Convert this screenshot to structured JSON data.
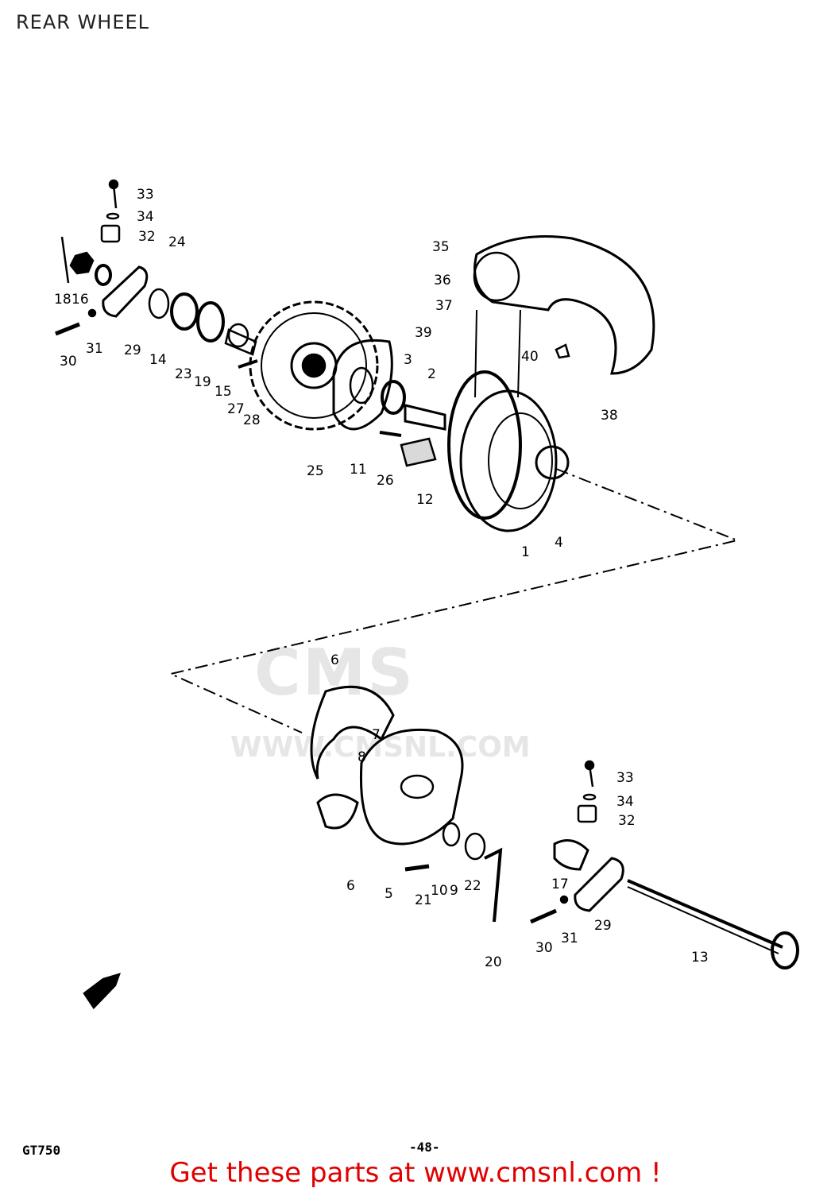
{
  "diagram": {
    "title": "REAR WHEEL",
    "model": "GT750",
    "page_number": "-48-",
    "watermark": {
      "brand": "CMS",
      "url": "WWW.CMSNL.COM"
    }
  },
  "callouts": [
    {
      "id": "c33a",
      "label": "33"
    },
    {
      "id": "c34a",
      "label": "34"
    },
    {
      "id": "c32a",
      "label": "32"
    },
    {
      "id": "c24",
      "label": "24"
    },
    {
      "id": "c18",
      "label": "18"
    },
    {
      "id": "c16",
      "label": "16"
    },
    {
      "id": "c30a",
      "label": "30"
    },
    {
      "id": "c31a",
      "label": "31"
    },
    {
      "id": "c29a",
      "label": "29"
    },
    {
      "id": "c14",
      "label": "14"
    },
    {
      "id": "c23",
      "label": "23"
    },
    {
      "id": "c19",
      "label": "19"
    },
    {
      "id": "c15",
      "label": "15"
    },
    {
      "id": "c27",
      "label": "27"
    },
    {
      "id": "c28",
      "label": "28"
    },
    {
      "id": "c25",
      "label": "25"
    },
    {
      "id": "c11",
      "label": "11"
    },
    {
      "id": "c26",
      "label": "26"
    },
    {
      "id": "c12",
      "label": "12"
    },
    {
      "id": "c3",
      "label": "3"
    },
    {
      "id": "c2",
      "label": "2"
    },
    {
      "id": "c35",
      "label": "35"
    },
    {
      "id": "c36",
      "label": "36"
    },
    {
      "id": "c37",
      "label": "37"
    },
    {
      "id": "c39",
      "label": "39"
    },
    {
      "id": "c40",
      "label": "40"
    },
    {
      "id": "c38",
      "label": "38"
    },
    {
      "id": "c1",
      "label": "1"
    },
    {
      "id": "c4",
      "label": "4"
    },
    {
      "id": "c6a",
      "label": "6"
    },
    {
      "id": "c7",
      "label": "7"
    },
    {
      "id": "c8",
      "label": "8"
    },
    {
      "id": "c6b",
      "label": "6"
    },
    {
      "id": "c5",
      "label": "5"
    },
    {
      "id": "c21",
      "label": "21"
    },
    {
      "id": "c10",
      "label": "10"
    },
    {
      "id": "c9",
      "label": "9"
    },
    {
      "id": "c22",
      "label": "22"
    },
    {
      "id": "c20",
      "label": "20"
    },
    {
      "id": "c33b",
      "label": "33"
    },
    {
      "id": "c34b",
      "label": "34"
    },
    {
      "id": "c32b",
      "label": "32"
    },
    {
      "id": "c17",
      "label": "17"
    },
    {
      "id": "c29b",
      "label": "29"
    },
    {
      "id": "c30b",
      "label": "30"
    },
    {
      "id": "c31b",
      "label": "31"
    },
    {
      "id": "c13",
      "label": "13"
    }
  ],
  "footer": {
    "link_text": "Get these parts at www.cmsnl.com !",
    "link_color": "#e00000"
  }
}
